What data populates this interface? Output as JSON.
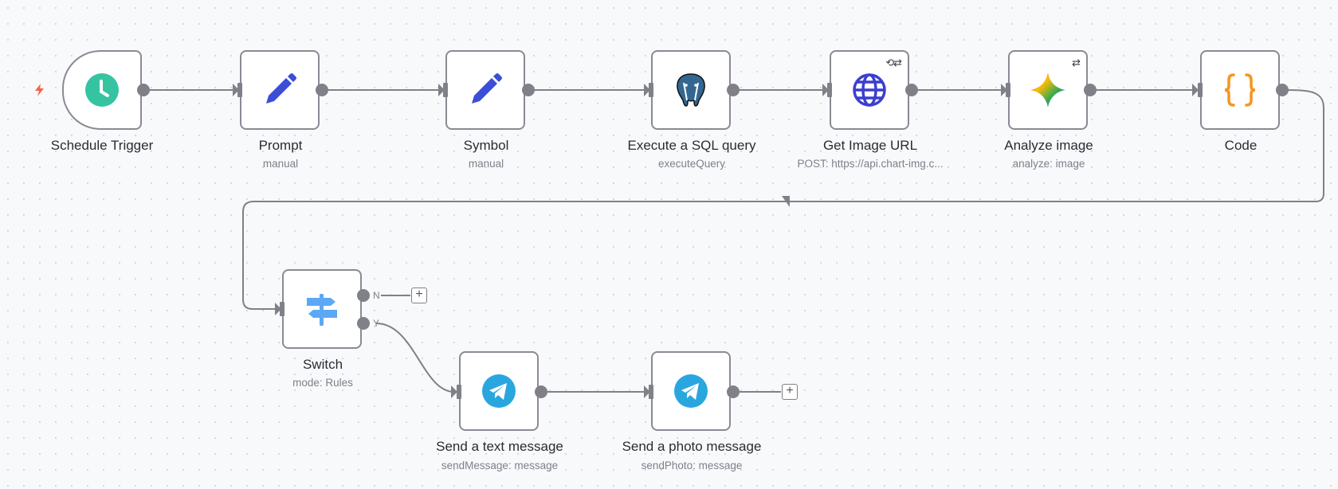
{
  "nodes": [
    {
      "id": "schedule",
      "label": "Schedule Trigger",
      "sub": "",
      "icon": "clock-icon"
    },
    {
      "id": "prompt",
      "label": "Prompt",
      "sub": "manual",
      "icon": "pencil-icon"
    },
    {
      "id": "symbol",
      "label": "Symbol",
      "sub": "manual",
      "icon": "pencil-icon"
    },
    {
      "id": "sql",
      "label": "Execute a SQL query",
      "sub": "executeQuery",
      "icon": "postgres-elephant-icon"
    },
    {
      "id": "image_url",
      "label": "Get Image URL",
      "sub": "POST: https://api.chart-img.c...",
      "icon": "globe-icon"
    },
    {
      "id": "analyze",
      "label": "Analyze image",
      "sub": "analyze: image",
      "icon": "gemini-star-icon"
    },
    {
      "id": "code",
      "label": "Code",
      "sub": "",
      "icon": "curly-braces-icon"
    },
    {
      "id": "switch",
      "label": "Switch",
      "sub": "mode: Rules",
      "icon": "signpost-icon"
    },
    {
      "id": "send_text",
      "label": "Send a text message",
      "sub": "sendMessage: message",
      "icon": "telegram-icon"
    },
    {
      "id": "send_photo",
      "label": "Send a photo message",
      "sub": "sendPhoto: message",
      "icon": "telegram-icon"
    }
  ],
  "switch_branches": {
    "no": "N",
    "yes": "Y"
  },
  "add_symbol": "+",
  "colors": {
    "clock": "#35c4a1",
    "pencil": "#3c4ed8",
    "globe": "#3b3fd0",
    "braces": "#f5961f",
    "signpost": "#5da8f5",
    "telegram": "#2aa6df",
    "postgres": "#336791",
    "bolt": "#f2664a",
    "edge": "#808088"
  }
}
